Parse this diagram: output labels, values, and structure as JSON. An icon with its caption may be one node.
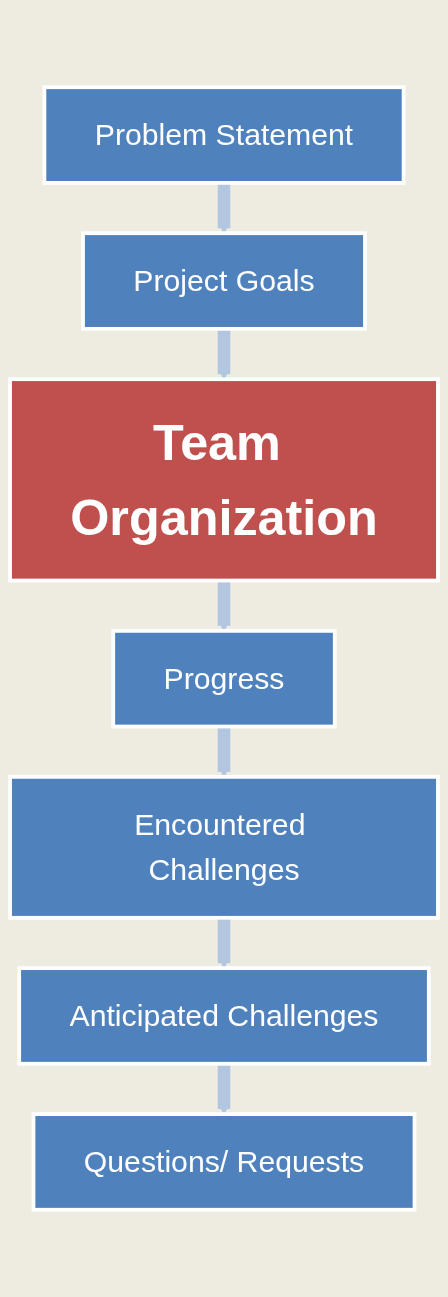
{
  "diagram": {
    "nodes": [
      {
        "text": [
          "Problem Statement"
        ]
      },
      {
        "text": [
          "Project Goals"
        ]
      },
      {
        "text": [
          "Team Organization"
        ]
      },
      {
        "text": [
          "Progress"
        ]
      },
      {
        "text": [
          "Encountered Challenges"
        ]
      },
      {
        "text": [
          "Anticipated Challenges"
        ]
      },
      {
        "text": [
          "Questions/ Requests"
        ]
      }
    ],
    "edges": [
      {
        "from": 0,
        "to": 1,
        "arrow": "to"
      },
      {
        "from": 1,
        "to": 2,
        "arrow": "to"
      },
      {
        "from": 2,
        "to": 3,
        "arrow": "to"
      },
      {
        "from": 3,
        "to": 4,
        "arrow": "to"
      },
      {
        "from": 4,
        "to": 5,
        "arrow": "to"
      },
      {
        "from": 5,
        "to": 6,
        "arrow": "to"
      }
    ]
  }
}
